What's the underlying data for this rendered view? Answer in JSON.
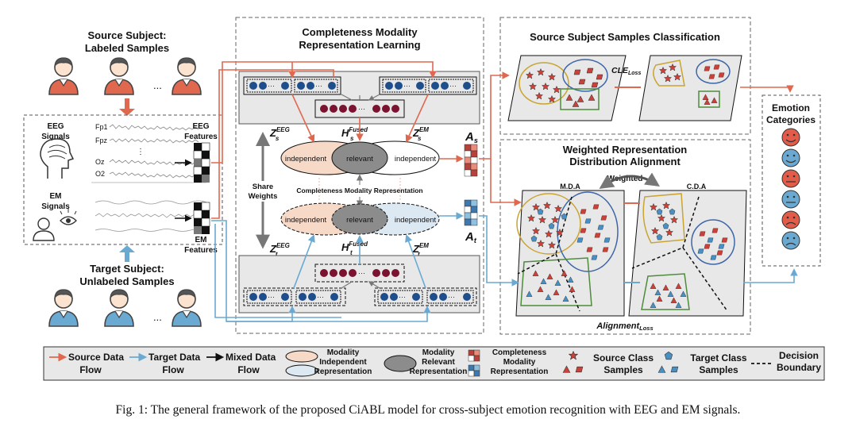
{
  "source_subject": {
    "title_line1": "Source Subject:",
    "title_line2": "Labeled Samples",
    "ellipsis": "..."
  },
  "target_subject": {
    "title_line1": "Target Subject:",
    "title_line2": "Unlabeled Samples",
    "ellipsis": "..."
  },
  "signals": {
    "eeg_label_line1": "EEG",
    "eeg_label_line2": "Signals",
    "em_label_line1": "EM",
    "em_label_line2": "Signals",
    "channels": [
      "Fp1",
      "Fpz",
      "Oz",
      "O2"
    ],
    "eeg_features_line1": "EEG",
    "eeg_features_line2": "Features",
    "em_features_line1": "EM",
    "em_features_line2": "Features"
  },
  "cmrl": {
    "title_line1": "Completeness Modality",
    "title_line2": "Representation Learning",
    "share_weights_line1": "Share",
    "share_weights_line2": "Weights",
    "z_s_eeg": "Z",
    "z_s_eeg_sup": "EEG",
    "z_s_eeg_sub": "s",
    "h_s_fused": "H",
    "h_s_fused_sup": "Fused",
    "h_s_fused_sub": "s",
    "z_s_em": "Z",
    "z_s_em_sup": "EM",
    "z_s_em_sub": "s",
    "z_t_eeg": "Z",
    "z_t_eeg_sup": "EEG",
    "z_t_eeg_sub": "t",
    "h_t_fused": "H",
    "h_t_fused_sup": "Fused",
    "h_t_fused_sub": "t",
    "z_t_em": "Z",
    "z_t_em_sup": "EM",
    "z_t_em_sub": "t",
    "independent": "independent",
    "relevant": "relevant",
    "cmr_label": "Completeness Modality Representation",
    "a_s": "A",
    "a_s_sub": "s",
    "a_t": "A",
    "a_t_sub": "t",
    "dots": "···"
  },
  "classification": {
    "title": "Source Subject Samples Classification",
    "cle_loss": "CLE",
    "cle_loss_sub": "Loss"
  },
  "alignment": {
    "title_line1": "Weighted Representation",
    "title_line2": "Distribution Alignment",
    "mda": "M.D.A",
    "cda": "C.D.A",
    "weighted": "Weighted",
    "alignment_loss": "Alignment",
    "alignment_loss_sub": "Loss"
  },
  "emotion": {
    "title_line1": "Emotion",
    "title_line2": "Categories"
  },
  "legend": {
    "source_flow_line1": "Source Data",
    "source_flow_line2": "Flow",
    "target_flow_line1": "Target Data",
    "target_flow_line2": "Flow",
    "mixed_flow_line1": "Mixed Data",
    "mixed_flow_line2": "Flow",
    "mod_indep_line1": "Modality",
    "mod_indep_line2": "Independent",
    "mod_indep_line3": "Representation",
    "mod_rel_line1": "Modality",
    "mod_rel_line2": "Relevant",
    "mod_rel_line3": "Representation",
    "cmr_line1": "Completeness",
    "cmr_line2": "Modality",
    "cmr_line3": "Representation",
    "source_class_line1": "Source Class",
    "source_class_line2": "Samples",
    "target_class_line1": "Target Class",
    "target_class_line2": "Samples",
    "decision_line1": "Decision",
    "decision_line2": "Boundary"
  },
  "caption": "Fig. 1: The general framework of the proposed CiABL model for cross-subject emotion recognition with EEG and EM signals.",
  "colors": {
    "source": "#e0684f",
    "target": "#6aaad2",
    "source_fill": "#c8423a",
    "target_fill": "#4a8fc2",
    "relevant": "#8c8c8c",
    "indep_src": "#f7d9c8",
    "indep_tgt": "#dde9f2"
  }
}
